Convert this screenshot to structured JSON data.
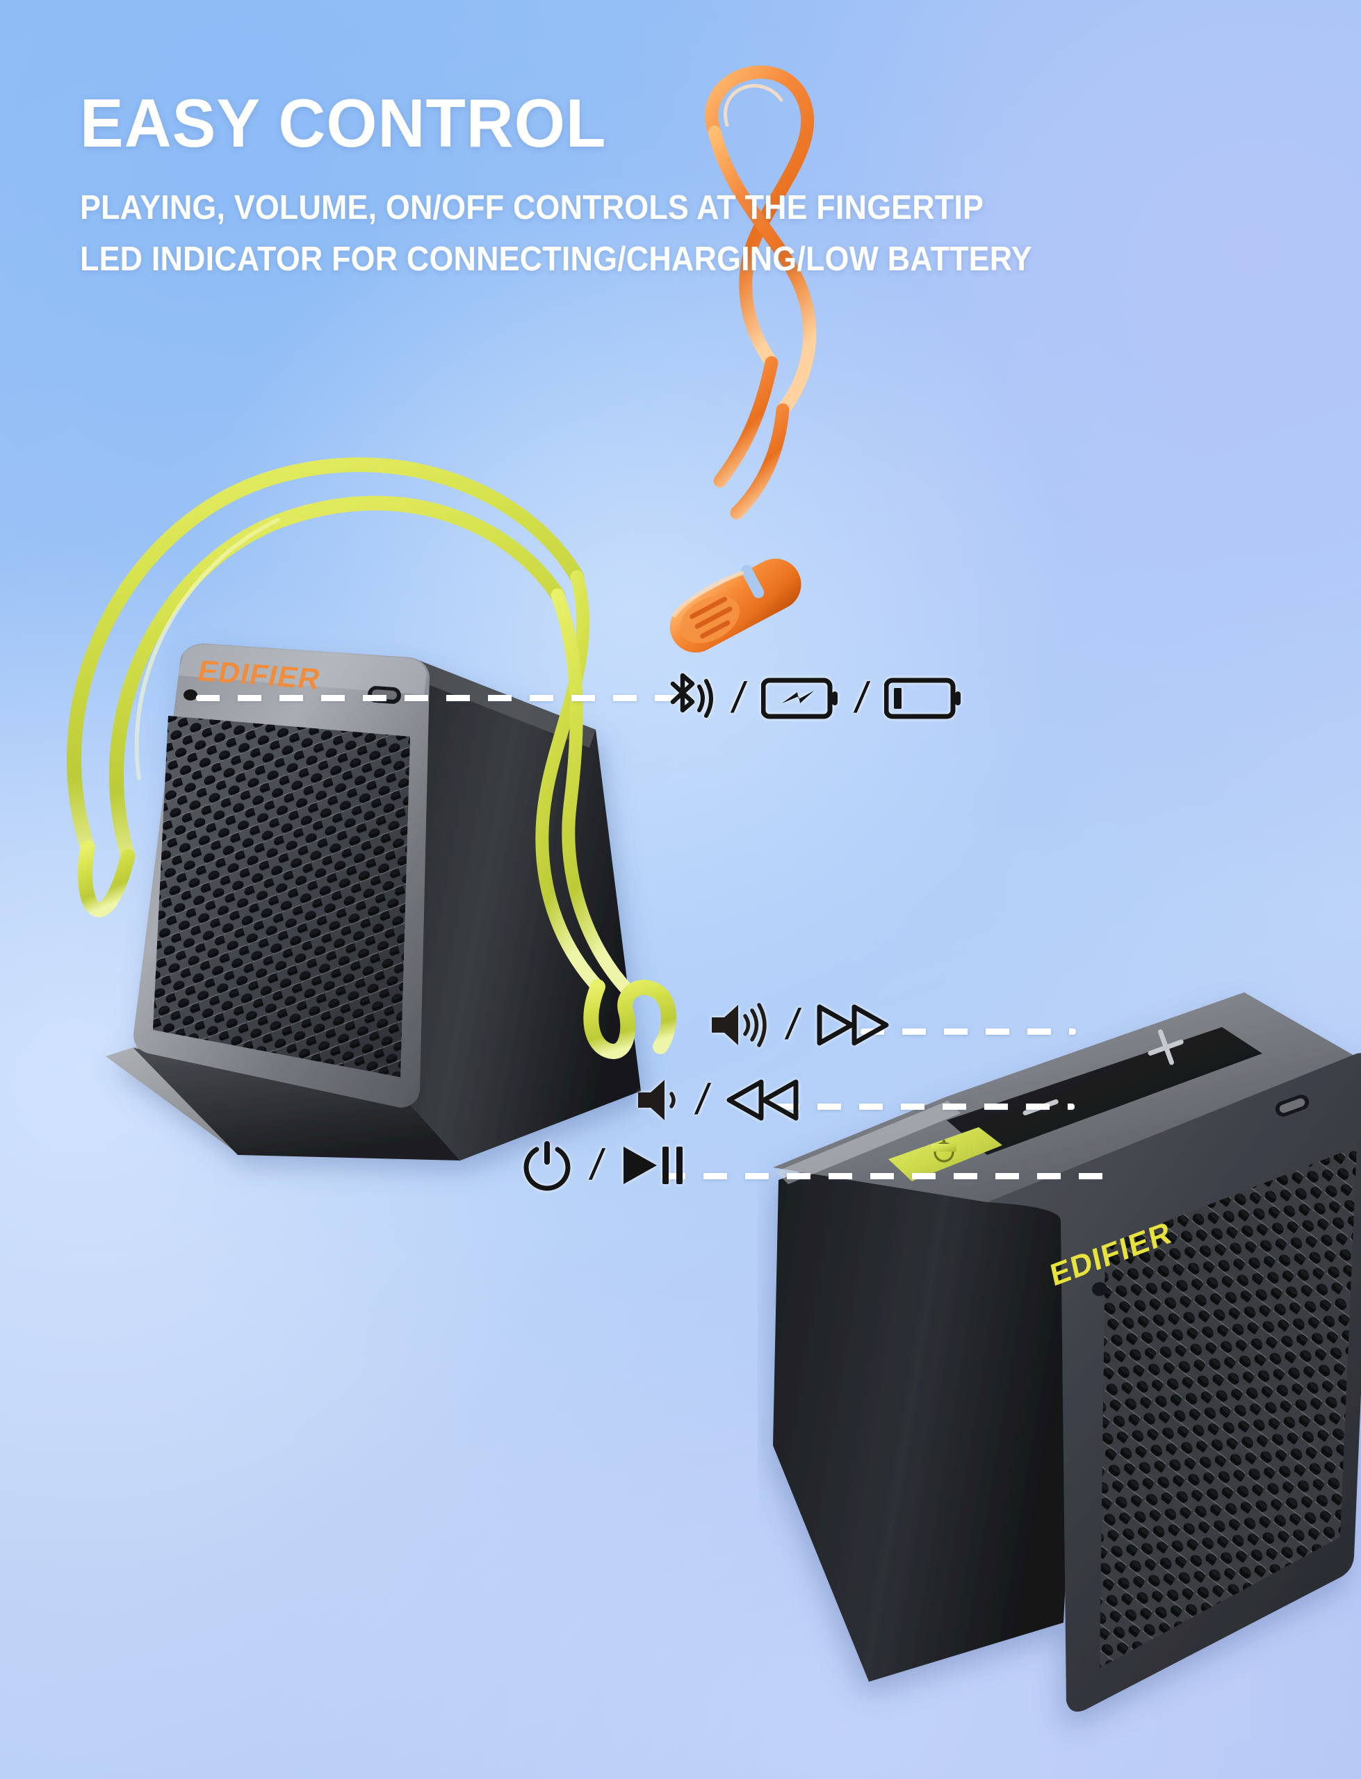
{
  "page": {
    "title": "EASY CONTROL",
    "subtitle_line_1": "PLAYING, VOLUME, ON/OFF CONTROLS AT THE FINGERTIP",
    "subtitle_line_2": "LED INDICATOR FOR CONNECTING/CHARGING/LOW BATTERY"
  },
  "brand": {
    "name": "EDIFIER",
    "logo_color_top_speaker": "#f08c3a",
    "logo_color_bottom_speaker": "#e8e23c"
  },
  "colors": {
    "background_top_left": "#8ebcf6",
    "background_right": "#b4c6f8",
    "background_bottom_left": "#c3d5f7",
    "text": "#ffffff",
    "icon": "#141414",
    "dashed_line": "#ffffff",
    "lanyard_lime": "#d4e04a",
    "lanyard_orange": "#f2802c",
    "speaker_body": "#2e3033",
    "speaker_grille": "#4c5055",
    "power_button_green": "#cdd94a"
  },
  "led_indicator_row": {
    "separator": "/",
    "items": [
      {
        "icon": "bluetooth-signal-icon",
        "label": "Bluetooth connecting"
      },
      {
        "icon": "battery-charging-icon",
        "label": "Charging"
      },
      {
        "icon": "battery-low-icon",
        "label": "Low battery"
      }
    ]
  },
  "control_rows": [
    {
      "id": "volume-up-next",
      "separator": "/",
      "left_icon": "volume-up-icon",
      "left_label": "Volume up",
      "right_icon": "next-track-icon",
      "right_label": "Next track"
    },
    {
      "id": "volume-down-previous",
      "separator": "/",
      "left_icon": "volume-down-icon",
      "left_label": "Volume down",
      "right_icon": "previous-track-icon",
      "right_label": "Previous track"
    },
    {
      "id": "power-play-pause",
      "separator": "/",
      "left_icon": "power-icon",
      "left_label": "Power on/off",
      "right_icon": "play-pause-icon",
      "right_label": "Play / Pause"
    }
  ],
  "speakers": [
    {
      "id": "speaker-top-left",
      "brand_label": "EDIFIER",
      "logo_color": "#f08c3a",
      "lanyard_color": "#f2802c",
      "view": "grille-face-tilted"
    },
    {
      "id": "speaker-bottom-right",
      "brand_label": "EDIFIER",
      "logo_color": "#e8e23c",
      "lanyard_color": "#d4e04a",
      "view": "grille-and-top-controls",
      "top_controls": [
        {
          "icon": "plus-icon",
          "label": "Volume up / Next"
        },
        {
          "icon": "minus-icon",
          "label": "Volume down / Previous"
        },
        {
          "icon": "power-icon",
          "label": "Power / Play-Pause",
          "color": "#cdd94a"
        }
      ],
      "port": "usb-c-port"
    }
  ]
}
